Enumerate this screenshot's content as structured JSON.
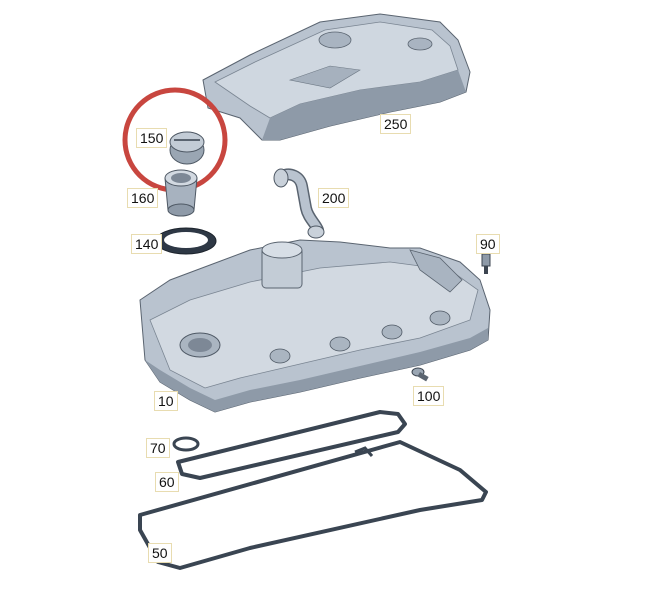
{
  "diagram": {
    "callouts": [
      {
        "id": "250",
        "label": "250"
      },
      {
        "id": "150",
        "label": "150"
      },
      {
        "id": "160",
        "label": "160"
      },
      {
        "id": "200",
        "label": "200"
      },
      {
        "id": "140",
        "label": "140"
      },
      {
        "id": "90",
        "label": "90"
      },
      {
        "id": "10",
        "label": "10"
      },
      {
        "id": "100",
        "label": "100"
      },
      {
        "id": "70",
        "label": "70"
      },
      {
        "id": "60",
        "label": "60"
      },
      {
        "id": "50",
        "label": "50"
      }
    ],
    "colors": {
      "part_fill": "#b9c3cf",
      "part_shade": "#8e9aa8",
      "part_light": "#d7dee6",
      "part_stroke": "#5a6470",
      "gasket": "#3a4552",
      "highlight_ring": "#c8463f"
    }
  }
}
